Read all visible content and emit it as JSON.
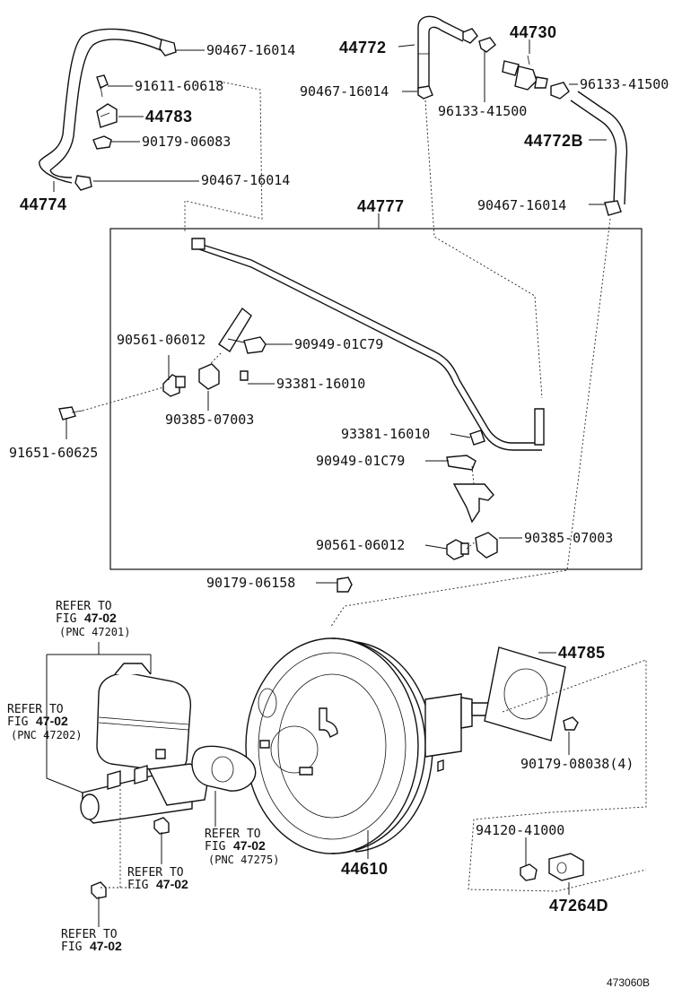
{
  "diagram": {
    "callouts": {
      "top_left_clamp_1": "90467-16014",
      "valve_91611": "91611-60618",
      "clip_44783": "44783",
      "nut_90179_a": "90179-06083",
      "top_left_clamp_2": "90467-16014",
      "hose_44774": "44774",
      "hose_44772": "44772",
      "clamp_90467_mid": "90467-16014",
      "clamp_96133_a": "96133-41500",
      "check_valve_44730": "44730",
      "clamp_96133_b": "96133-41500",
      "hose_44772b": "44772B",
      "clamp_90467_right": "90467-16014",
      "tube_44777": "44777",
      "grommet_90561_a": "90561-06012",
      "clamp_90949_a": "90949-01C79",
      "screw_93381_a": "93381-16010",
      "cushion_90385_a": "90385-07003",
      "bolt_91651": "91651-60625",
      "screw_93381_b": "93381-16010",
      "clamp_90949_b": "90949-01C79",
      "grommet_90561_b": "90561-06012",
      "cushion_90385_b": "90385-07003",
      "nut_90179_06158": "90179-06158",
      "gasket_44785": "44785",
      "nut_90179_08038": "90179-08038(4)",
      "nut_94120": "94120-41000",
      "bracket_47264d": "47264D",
      "booster_44610": "44610"
    },
    "refers": {
      "ref_a": {
        "line1": "REFER TO",
        "fig_prefix": "FIG",
        "fig_num": "47-02",
        "pnc": "(PNC 47201)"
      },
      "ref_b": {
        "line1": "REFER TO",
        "fig_prefix": "FIG",
        "fig_num": "47-02",
        "pnc": "(PNC 47202)"
      },
      "ref_c": {
        "line1": "REFER TO",
        "fig_prefix": "FIG",
        "fig_num": "47-02",
        "pnc": "(PNC 47275)"
      },
      "ref_d": {
        "line1": "REFER TO",
        "fig_prefix": "FIG",
        "fig_num": "47-02"
      },
      "ref_e": {
        "line1": "REFER TO",
        "fig_prefix": "FIG",
        "fig_num": "47-02"
      }
    },
    "figure_code": "473060B"
  }
}
